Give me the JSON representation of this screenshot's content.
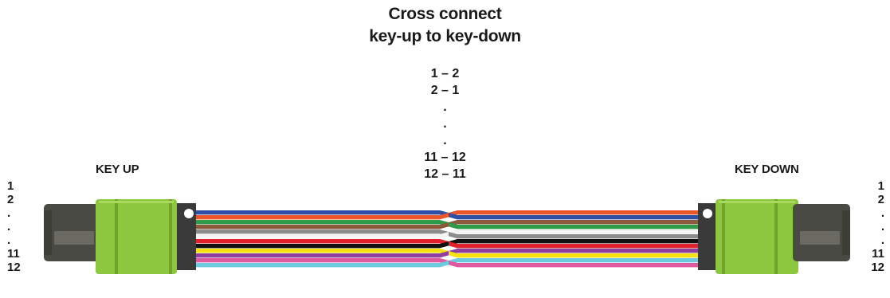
{
  "title_line1": "Cross connect",
  "title_line2": "key-up to key-down",
  "pair_lines": [
    "1 – 2",
    "2 – 1",
    ".",
    ".",
    ".",
    "11 – 12",
    "12 – 11"
  ],
  "left_connector_label": "KEY UP",
  "right_connector_label": "KEY DOWN",
  "fiber_position_labels": [
    "1",
    "2",
    ".",
    ".",
    ".",
    "11",
    "12"
  ],
  "left_fiber_order": [
    "blue",
    "orange",
    "green",
    "brown",
    "slate",
    "white",
    "red",
    "black",
    "yellow",
    "violet",
    "rose",
    "aqua"
  ],
  "right_fiber_order": [
    "orange",
    "blue",
    "brown",
    "green",
    "white",
    "slate",
    "black",
    "red",
    "violet",
    "yellow",
    "aqua",
    "rose"
  ],
  "fiber_colors": {
    "blue": "#2e4fa3",
    "orange": "#e8562a",
    "green": "#2f9a48",
    "brown": "#8a5a3a",
    "slate": "#8c8c8c",
    "white": "#f4f4f4",
    "red": "#e0202a",
    "black": "#111111",
    "yellow": "#f5e20f",
    "violet": "#8e3fa0",
    "rose": "#e05aa0",
    "aqua": "#6cc9e0"
  },
  "connector_colors": {
    "housing": "#8dc63f",
    "housing_dark": "#6fa32a",
    "body": "#3a3a3a",
    "boot": "#4a4a44"
  }
}
